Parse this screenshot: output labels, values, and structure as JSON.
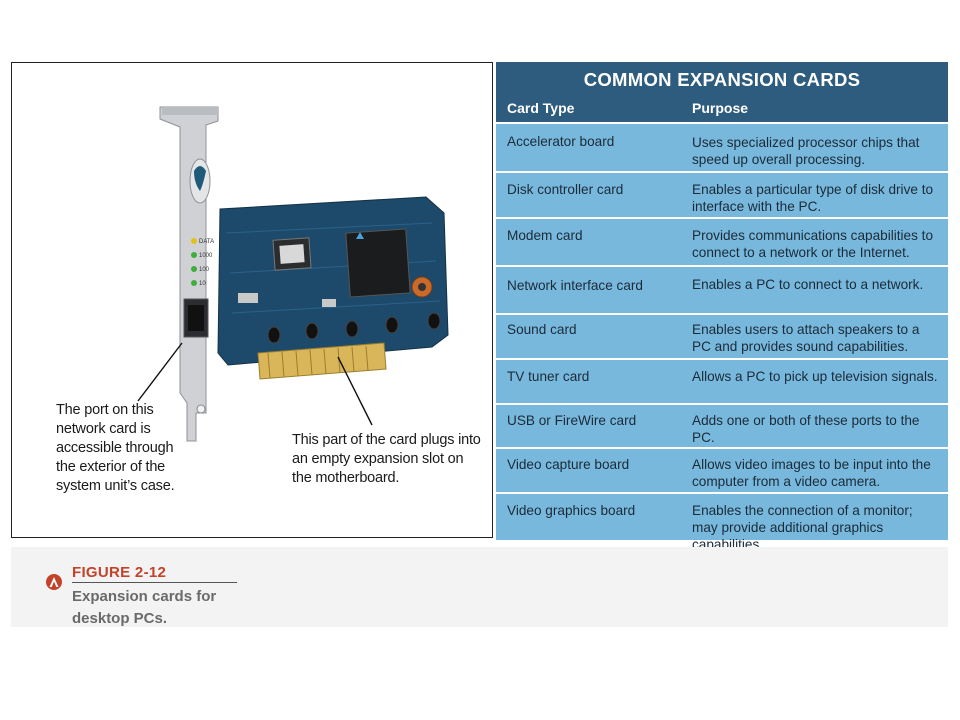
{
  "figure": {
    "callout_port": "The port on this network card is accessible through the exterior of the system unit’s case.",
    "callout_slot": "This part of the card plugs into an empty expansion slot on the motherboard.",
    "bracket_leds": [
      "DATA",
      "1000",
      "100",
      "10"
    ]
  },
  "table": {
    "title": "COMMON EXPANSION CARDS",
    "col_type": "Card Type",
    "col_purpose": "Purpose",
    "rows": [
      {
        "type": "Accelerator board",
        "purpose": "Uses specialized processor chips that speed up overall processing."
      },
      {
        "type": "Disk controller card",
        "purpose": "Enables a particular type of disk drive to interface with the PC."
      },
      {
        "type": "Modem card",
        "purpose": "Provides communications capabilities to connect to a network or the Internet."
      },
      {
        "type": "Network interface card",
        "purpose": "Enables a PC to connect to a network."
      },
      {
        "type": "Sound card",
        "purpose": "Enables users to attach speakers to a PC and provides sound capabilities."
      },
      {
        "type": "TV tuner card",
        "purpose": "Allows a PC to pick up television signals."
      },
      {
        "type": "USB or FireWire card",
        "purpose": "Adds one or both of these ports to the PC."
      },
      {
        "type": "Video capture board",
        "purpose": "Allows video images to be input into the computer from a video camera."
      },
      {
        "type": "Video graphics board",
        "purpose": "Enables the connection of a monitor; may provide additional graphics capabilities."
      }
    ]
  },
  "caption": {
    "figure_number": "FIGURE 2-12",
    "text": "Expansion cards for desktop PCs."
  },
  "colors": {
    "table_header": "#2e5c7e",
    "table_body": "#78b8dd",
    "figure_accent": "#c2432a"
  }
}
